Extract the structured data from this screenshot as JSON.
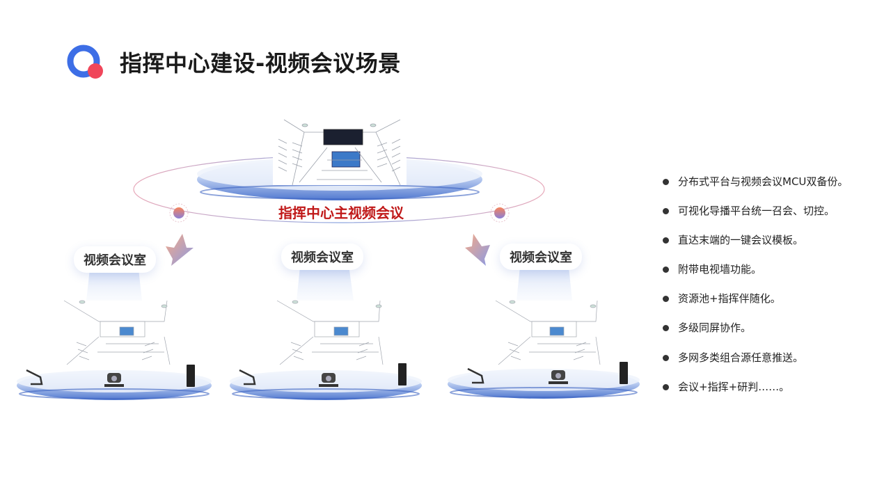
{
  "page": {
    "title": "指挥中心建设-视频会议场景"
  },
  "colors": {
    "brand_blue": "#3d6ee6",
    "accent_red": "#f0465a",
    "main_label_red": "#c01818",
    "platform_blue": "#5b84d8"
  },
  "diagram": {
    "main_room_label": "指挥中心主视频会议",
    "rooms": [
      {
        "label": "视频会议室"
      },
      {
        "label": "视频会议室"
      },
      {
        "label": "视频会议室"
      }
    ]
  },
  "features": [
    {
      "text": "分布式平台与视频会议MCU双备份。"
    },
    {
      "text": "可视化导播平台统一召会、切控。"
    },
    {
      "text": " 直达末端的一键会议模板。"
    },
    {
      "text": "附带电视墙功能。"
    },
    {
      "text": "资源池+指挥伴随化。"
    },
    {
      "text": " 多级同屏协作。"
    },
    {
      "text": "多网多类组合源任意推送。"
    },
    {
      "text": "会议+指挥+研判……。"
    }
  ]
}
